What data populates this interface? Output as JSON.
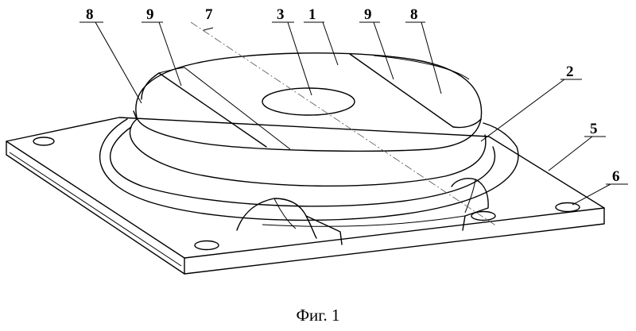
{
  "figure": {
    "caption": "Фиг. 1",
    "labels": {
      "l1": "1",
      "l2": "2",
      "l3": "3",
      "l5": "5",
      "l6": "6",
      "l7": "7",
      "l8_left": "8",
      "l8_right": "8",
      "l9_left": "9",
      "l9_right": "9"
    }
  }
}
